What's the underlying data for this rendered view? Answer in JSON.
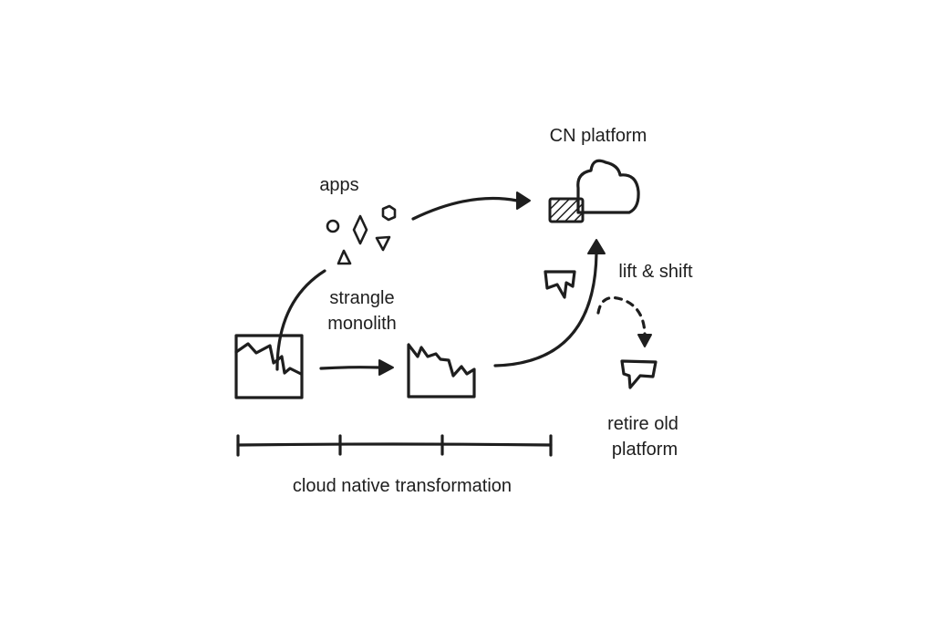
{
  "labels": {
    "cn_platform": "CN platform",
    "apps": "apps",
    "strangle_line1": "strangle",
    "strangle_line2": "monolith",
    "lift_shift": "lift & shift",
    "retire_line1": "retire old",
    "retire_line2": "platform",
    "timeline": "cloud native transformation"
  },
  "colors": {
    "ink": "#1e1e1e",
    "background": "#ffffff"
  },
  "icons": {
    "platform": "cloud-icon",
    "monolith": "factory-icon",
    "apps": "shapes-icon",
    "legacy": "broken-box-icon"
  }
}
